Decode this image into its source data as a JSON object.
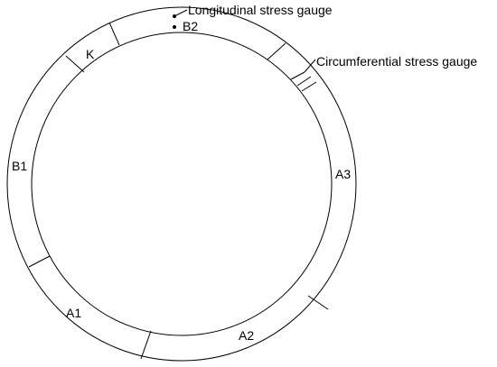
{
  "segments": {
    "k": "K",
    "b1": "B1",
    "b2": "B2",
    "a1": "A1",
    "a2": "A2",
    "a3": "A3"
  },
  "gauges": {
    "longitudinal": "Longitudinal stress gauge",
    "circumferential": "Circumferential stress gauge"
  },
  "colors": {
    "line": "#000000",
    "background": "#ffffff"
  }
}
